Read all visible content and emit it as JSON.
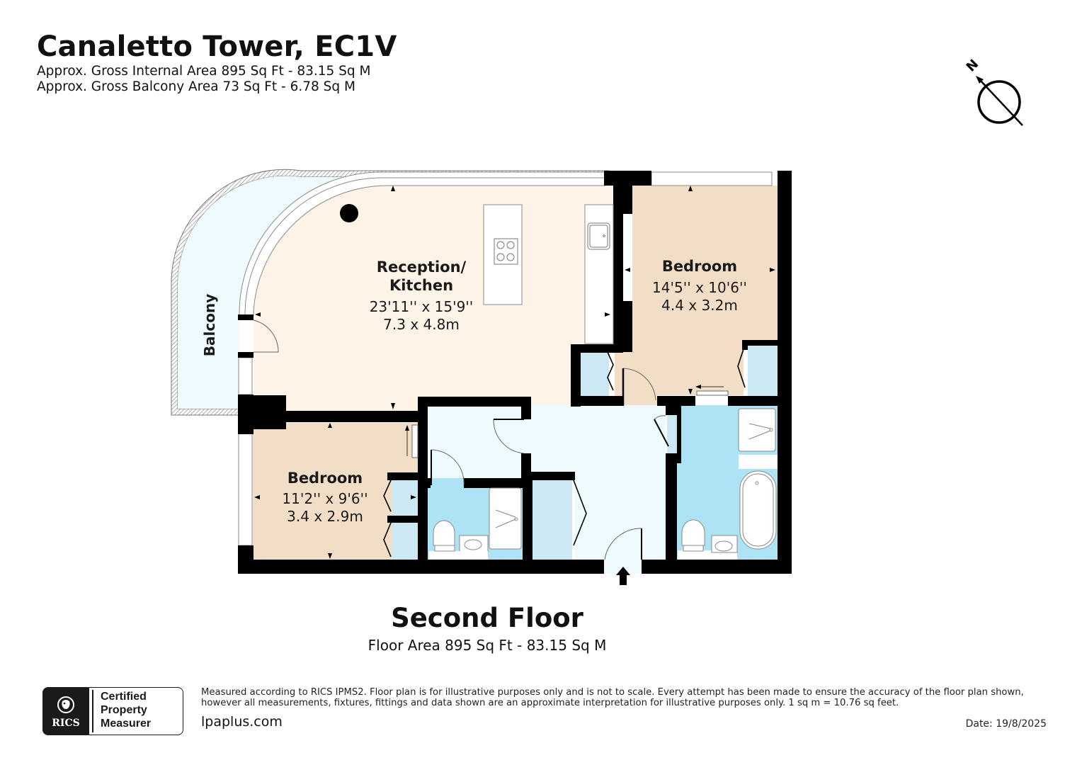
{
  "header": {
    "title": "Canaletto Tower, EC1V",
    "gross_internal_area": "Approx. Gross Internal Area 895 Sq Ft - 83.15 Sq M",
    "gross_balcony_area": "Approx. Gross Balcony Area 73 Sq Ft - 6.78 Sq M"
  },
  "compass": {
    "label": "N",
    "icon": "north-arrow-icon"
  },
  "rooms": {
    "reception": {
      "name_line1": "Reception/",
      "name_line2": "Kitchen",
      "imperial": "23'11'' x 15'9''",
      "metric": "7.3 x 4.8m"
    },
    "bedroom1": {
      "name": "Bedroom",
      "imperial": "14'5'' x 10'6''",
      "metric": "4.4 x 3.2m"
    },
    "bedroom2": {
      "name": "Bedroom",
      "imperial": "11'2'' x 9'6''",
      "metric": "3.4 x 2.9m"
    },
    "balcony": {
      "name": "Balcony"
    }
  },
  "floor": {
    "name": "Second Floor",
    "area": "Floor Area 895 Sq Ft - 83.15 Sq M"
  },
  "colors": {
    "reception": "#fdf3e7",
    "bedroom": "#f2dec6",
    "hall": "#eefafd",
    "bathroom": "#aee3f6",
    "storage": "#cbe8f3",
    "balcony": "#eefafd",
    "walls": "#000000"
  },
  "footer": {
    "badge_brand": "RICS",
    "badge_line1": "Certified",
    "badge_line2": "Property",
    "badge_line3": "Measurer",
    "disclaimer_line1": "Measured according to RICS IPMS2. Floor plan is for illustrative purposes only and is not to scale. Every attempt has been made to ensure the accuracy of the floor plan shown,",
    "disclaimer_line2": "however all measurements, fixtures, fittings and data shown are an approximate interpretation for illustrative purposes only. 1 sq m = 10.76 sq feet.",
    "website": "lpaplus.com",
    "date": "Date: 19/8/2025"
  }
}
